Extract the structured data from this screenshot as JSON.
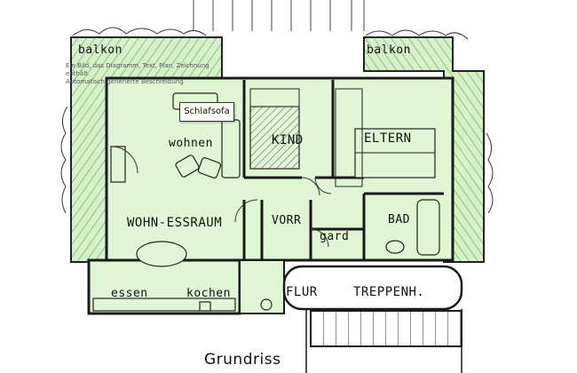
{
  "alt_text": {
    "line1": "Ein Bild, das Diagramm, Text, Plan, Zeichnung enthält.",
    "line2": "Automatisch generierte Beschreibung"
  },
  "tooltip": "Schlafsofa",
  "caption": "Grundriss",
  "rooms": {
    "balkon_left": "balkon",
    "balkon_right": "balkon",
    "wohnen": "wohnen",
    "wohn_essraum": "WOHN-ESSRAUM",
    "kind": "KIND",
    "eltern": "ELTERN",
    "vorr": "VORR",
    "bad": "BAD",
    "gard": "gard",
    "essen": "essen",
    "kochen": "kochen",
    "flur": "FLUR",
    "treppenh": "TREPPENH."
  },
  "colors": {
    "room_fill": "#dff5d4",
    "floor_fill": "#cdeec0",
    "hatch": "#86c978",
    "wall": "#1a1a1a"
  }
}
